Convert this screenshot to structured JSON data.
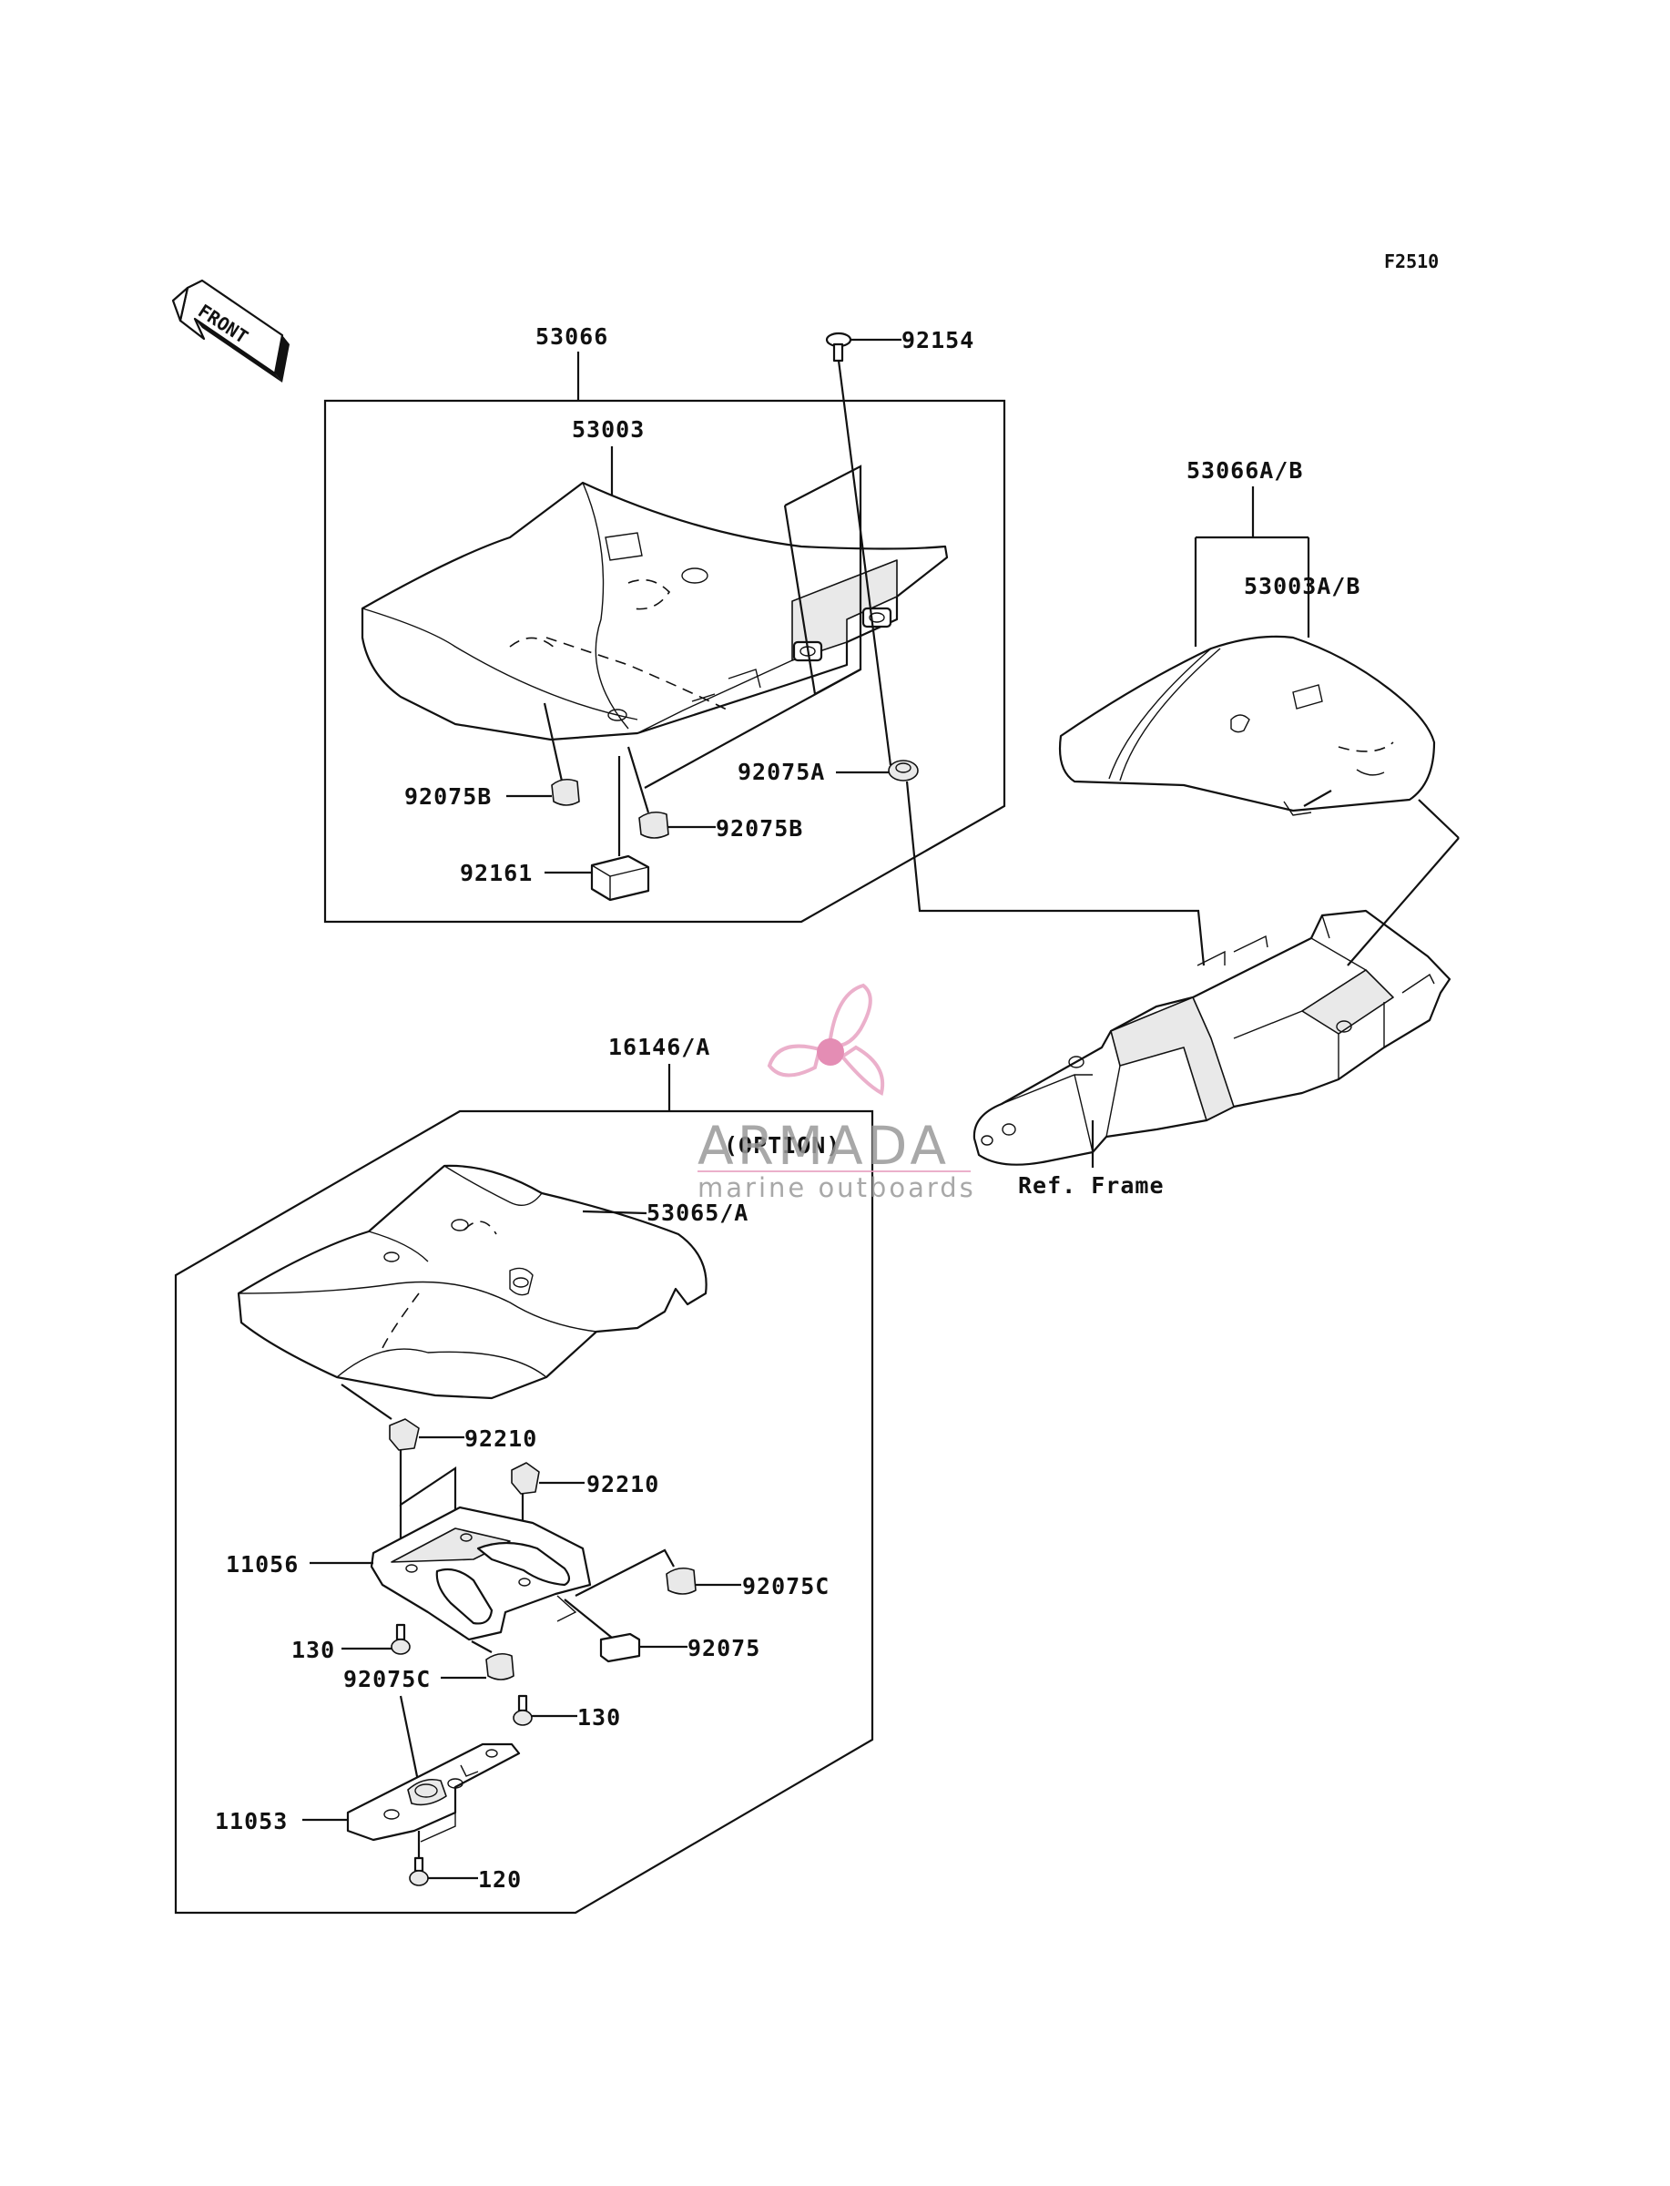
{
  "diagram": {
    "code": "F2510",
    "front_label": "FRONT",
    "parts": {
      "p53066": "53066",
      "p53003": "53003",
      "p92154": "92154",
      "p53066ab": "53066A/B",
      "p53003ab": "53003A/B",
      "p92075a": "92075A",
      "p92075b_left": "92075B",
      "p92075b_right": "92075B",
      "p92161": "92161",
      "p16146a": "16146/A",
      "option": "(OPTION)",
      "p53065a": "53065/A",
      "ref_frame": "Ref. Frame",
      "p92210_a": "92210",
      "p92210_b": "92210",
      "p11056": "11056",
      "p92075c_right": "92075C",
      "p130_left": "130",
      "p92075": "92075",
      "p92075c_left": "92075C",
      "p130_right": "130",
      "p11053": "11053",
      "p120": "120"
    }
  },
  "watermark": {
    "title": "ARMADA",
    "subtitle": "marine outboards",
    "colors": {
      "title": "#9a9a9a",
      "propeller": "#e8a3c3",
      "propeller_hub": "#e07aa8"
    }
  }
}
